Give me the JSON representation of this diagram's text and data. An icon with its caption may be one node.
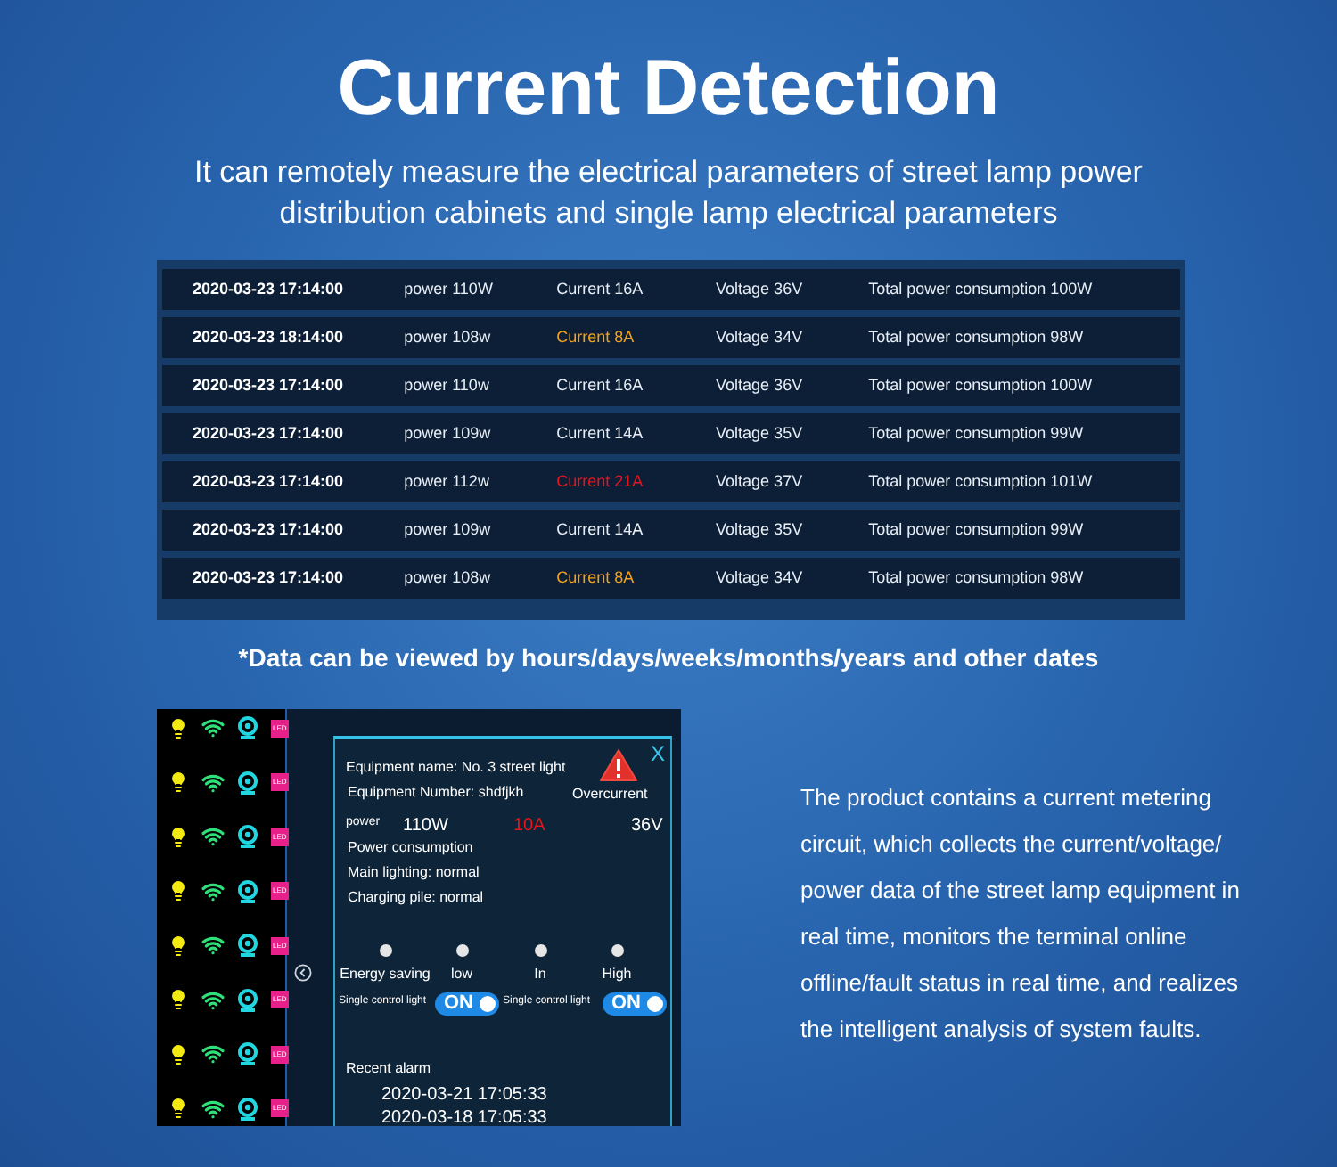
{
  "diagram": {
    "title": "Current Detection",
    "labels": [
      "It can remotely measure the electrical parameters of street lamp power distribution cabinets and single lamp electrical parameters",
      "2020-03-23 17:14:00",
      "power 110W",
      "Current 16A",
      "Voltage 36V",
      "Total power consumption 100W",
      "2020-03-23 18:14:00",
      "power 108w",
      "Current 8A",
      "Voltage 34V",
      "Total power consumption 98W",
      "2020-03-23 17:14:00",
      "power 110w",
      "Current 16A",
      "Voltage 36V",
      "Total power consumption 100W",
      "2020-03-23 17:14:00",
      "power 109w",
      "Current 14A",
      "Voltage 35V",
      "Total power consumption 99W",
      "2020-03-23 17:14:00",
      "power 112w",
      "Current 21A",
      "Voltage 37V",
      "Total power consumption 101W",
      "2020-03-23 17:14:00",
      "power 109w",
      "Current 14A",
      "Voltage 35V",
      "Total power consumption 99W",
      "2020-03-23 17:14:00",
      "power 108w",
      "Current 8A",
      "Voltage 34V",
      "Total power consumption 98W",
      "*Data can be viewed by hours/days/weeks/months/years and other dates",
      "LED",
      "LED",
      "LED",
      "LED",
      "LED",
      "LED",
      "LED",
      "LED",
      "X",
      "Equipment name: No. 3 street light",
      "Equipment Number: shdfjkh",
      "Overcurrent",
      "power",
      "110W",
      "10A",
      "36V",
      "Power consumption",
      "Main lighting: normal",
      "Charging pile: normal",
      "Energy saving",
      "low",
      "In",
      "High",
      "Single control light",
      "ON",
      "Single control light",
      "ON",
      "Recent alarm",
      "2020-03-21 17:05:33",
      "2020-03-18 17:05:33",
      "The product contains a current metering circuit, which collects the current/voltage/ power data of the street lamp equipment in real time, monitors the terminal online offline/fault status in real time, and realizes the intelligent analysis of system faults."
    ]
  }
}
